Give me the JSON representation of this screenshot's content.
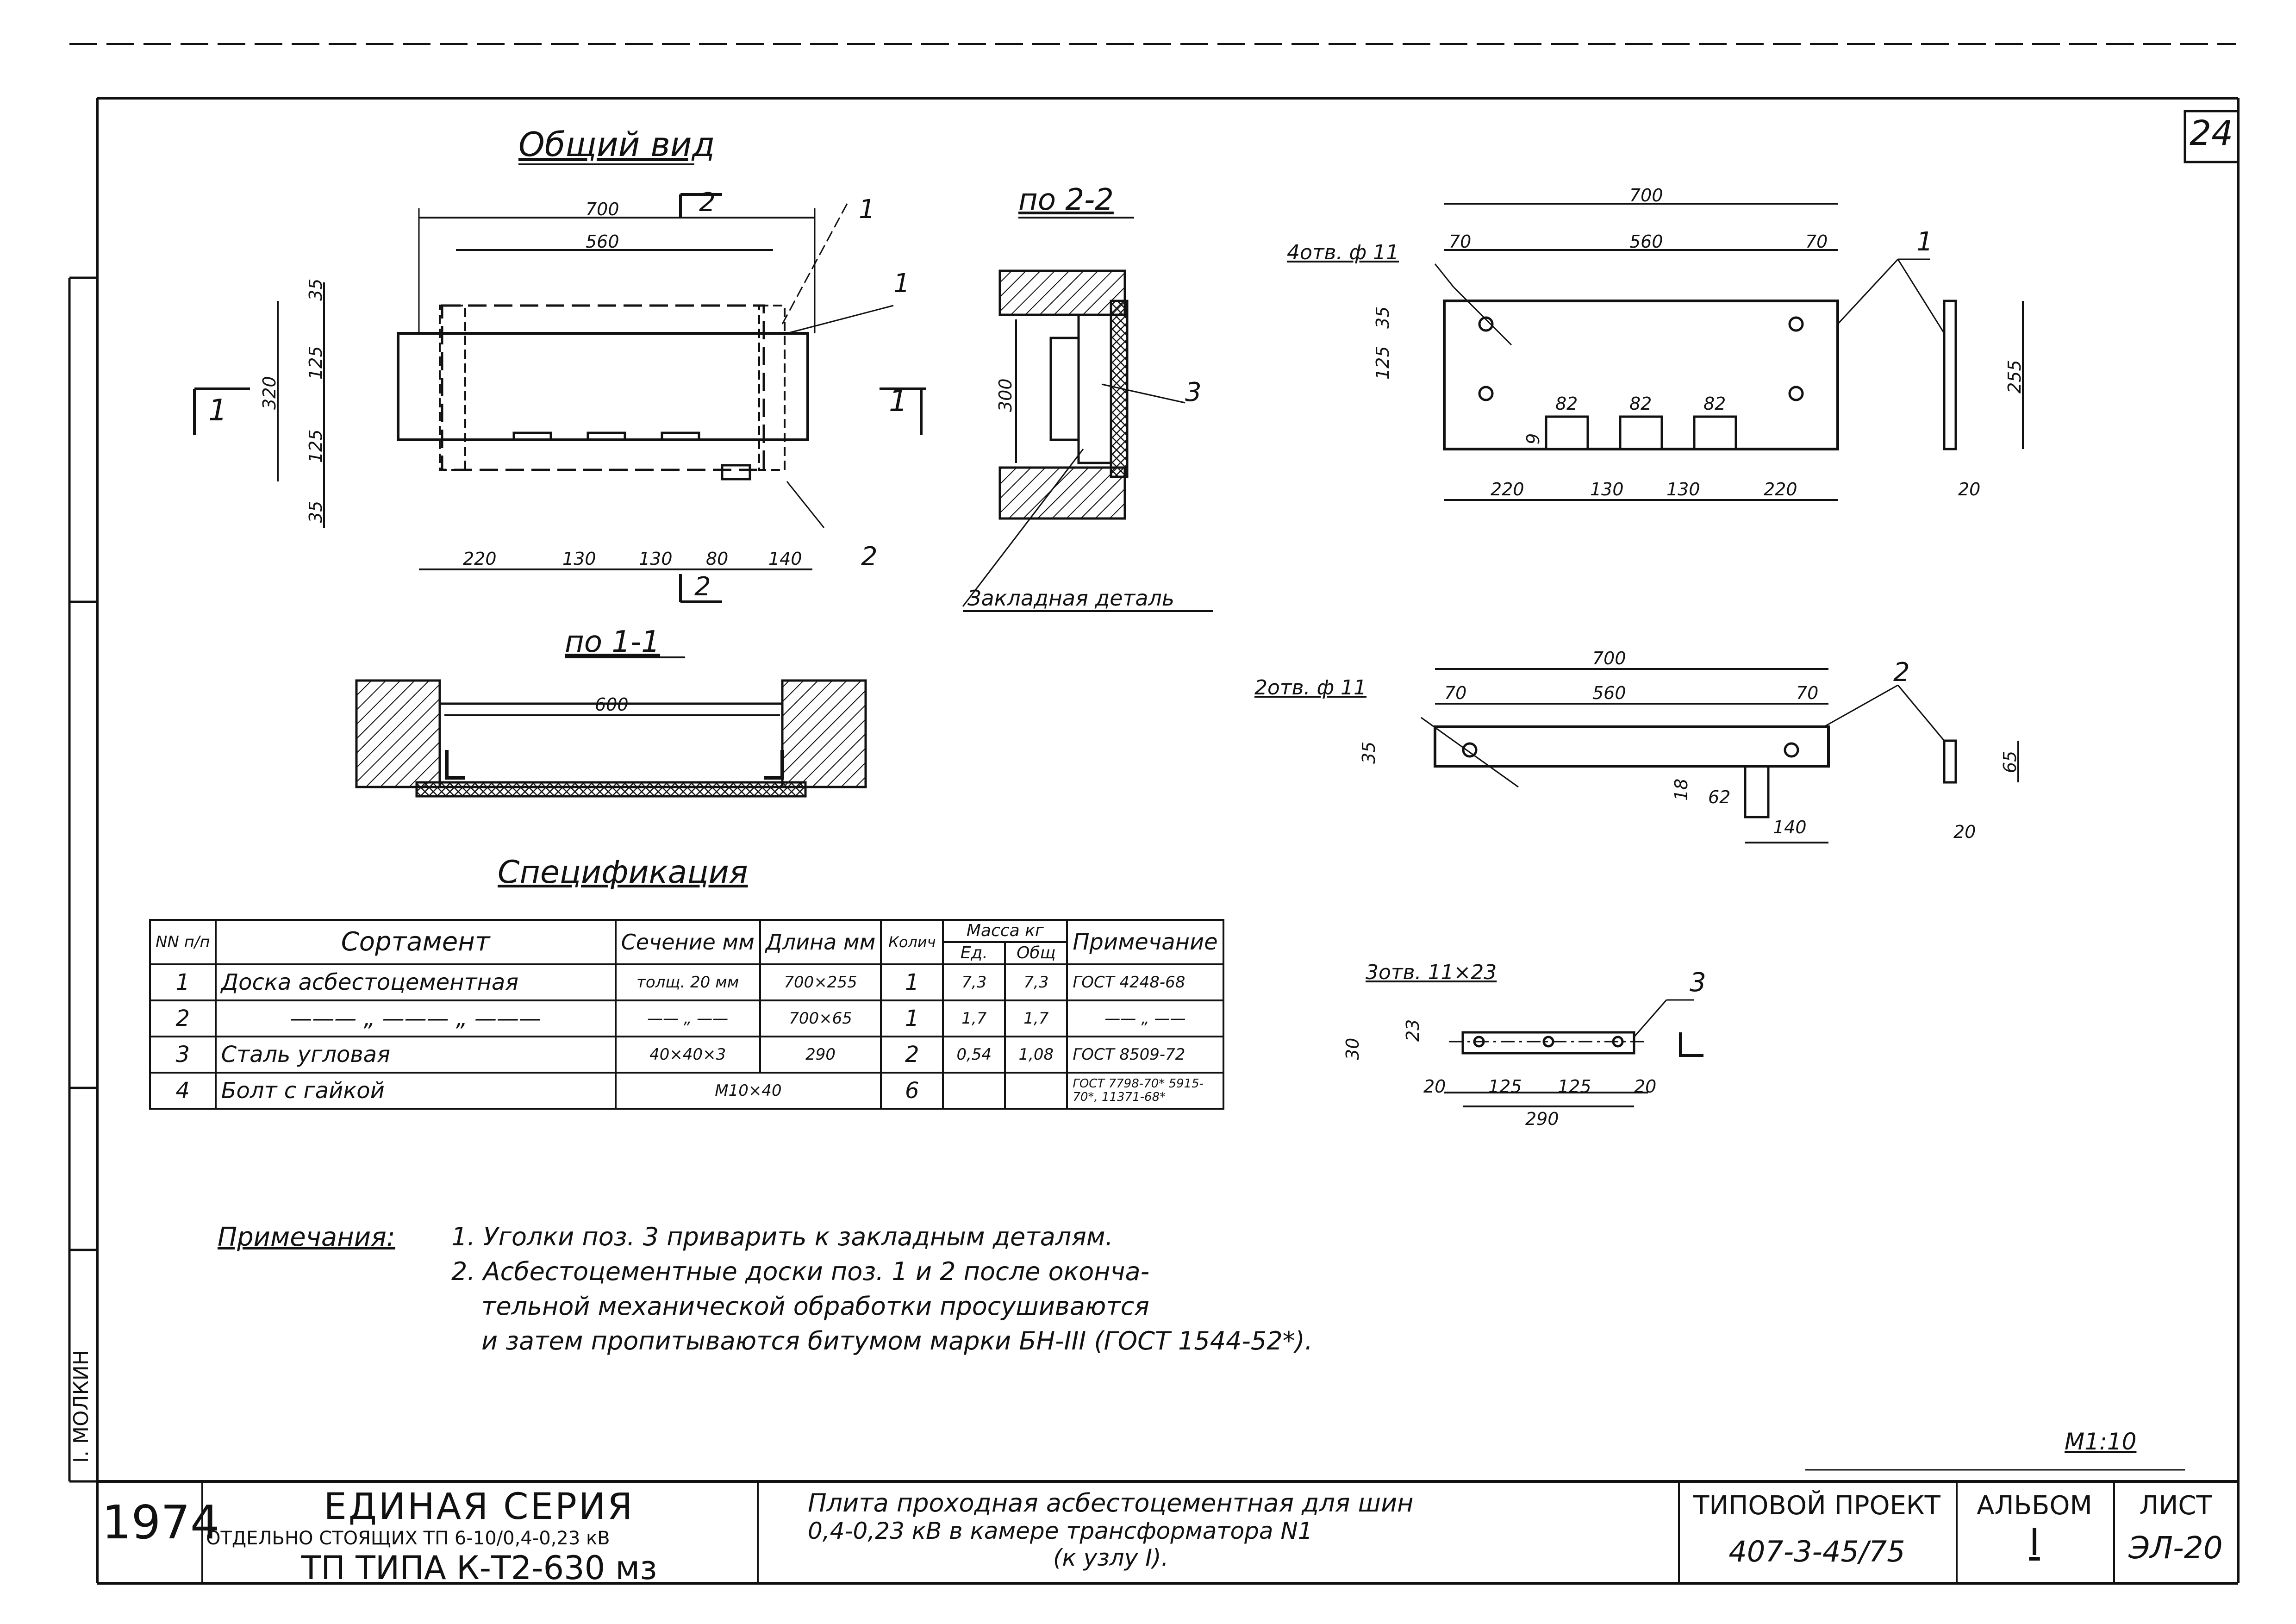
{
  "sheet_number": "24",
  "views": {
    "general_title": "Общий вид",
    "section_22_title": "по 2-2",
    "section_11_title": "по 1-1",
    "embedded_part_label": "Закладная деталь",
    "scale": "М1:10",
    "cut_marks": {
      "one": "1",
      "two": "2"
    },
    "general_dims": {
      "width_700": "700",
      "width_560": "560",
      "h_320": "320",
      "h_35a": "35",
      "h_125a": "125",
      "h_125b": "125",
      "h_35b": "35",
      "b_220": "220",
      "b_130a": "130",
      "b_130b": "130",
      "b_80": "80",
      "b_140": "140",
      "pos_1a": "1",
      "pos_1b": "1",
      "pos_2": "2"
    },
    "section_22_dims": {
      "h_300": "300",
      "pos_3": "3"
    },
    "section_11_dims": {
      "w_600": "600"
    }
  },
  "detail1": {
    "holes": "4отв. ф 11",
    "pos": "1",
    "dims": {
      "w700": "700",
      "w70a": "70",
      "w560": "560",
      "w70b": "70",
      "h35": "35",
      "h125": "125",
      "n82a": "82",
      "n82b": "82",
      "n82c": "82",
      "n9": "9",
      "b220a": "220",
      "b130a": "130",
      "b130b": "130",
      "b220b": "220",
      "h255": "255",
      "t20": "20"
    }
  },
  "detail2": {
    "holes": "2отв. ф 11",
    "pos": "2",
    "dims": {
      "w700": "700",
      "w70a": "70",
      "w560": "560",
      "w70b": "70",
      "h35": "35",
      "h18": "18",
      "w62": "62",
      "w140": "140",
      "h65": "65",
      "t20": "20"
    }
  },
  "detail3": {
    "holes": "3отв. 11×23",
    "pos": "3",
    "dims": {
      "h30": "30",
      "h23": "23",
      "l20a": "20",
      "l125a": "125",
      "l125b": "125",
      "l20b": "20",
      "l290": "290"
    }
  },
  "specification": {
    "title": "Спецификация",
    "headers": {
      "nn": "NN п/п",
      "sortament": "Сортамент",
      "section": "Сечение мм",
      "length": "Длина мм",
      "qty": "Колич",
      "mass": "Масса кг",
      "mass_unit": "Ед.",
      "mass_total": "Общ",
      "note": "Примечание"
    },
    "rows": [
      {
        "n": "1",
        "name": "Доска асбестоцементная",
        "section": "толщ. 20 мм",
        "length": "700×255",
        "qty": "1",
        "unit": "7,3",
        "total": "7,3",
        "note": "ГОСТ 4248-68"
      },
      {
        "n": "2",
        "name": "——— „ ——— „ ———",
        "section": "—— „ ——",
        "length": "700×65",
        "qty": "1",
        "unit": "1,7",
        "total": "1,7",
        "note": "—— „ ——"
      },
      {
        "n": "3",
        "name": "Сталь угловая",
        "section": "40×40×3",
        "length": "290",
        "qty": "2",
        "unit": "0,54",
        "total": "1,08",
        "note": "ГОСТ 8509-72"
      },
      {
        "n": "4",
        "name": "Болт с гайкой",
        "section": "М10×40",
        "length": "",
        "qty": "6",
        "unit": "",
        "total": "",
        "note": "ГОСТ 7798-70* 5915-70*, 11371-68*"
      }
    ]
  },
  "notes": {
    "label": "Примечания:",
    "line1": "1. Уголки поз. 3 приварить к закладным деталям.",
    "line2": "2. Асбестоцементные доски поз. 1 и 2 после оконча-",
    "line3": "тельной механической обработки просушиваются",
    "line4": "и затем пропитываются битумом марки БН-III (ГОСТ 1544-52*)."
  },
  "title_block": {
    "year": "1974",
    "series": "ЕДИНАЯ СЕРИЯ",
    "series_sub": "ОТДЕЛЬНО СТОЯЩИХ ТП 6-10/0,4-0,23 кВ",
    "tp_type": "ТП ТИПА К-Т2-630 мз",
    "description_1": "Плита проходная асбестоцементная для шин",
    "description_2": "0,4-0,23 кВ в камере трансформатора N1",
    "description_3": "(к узлу I).",
    "project_label": "ТИПОВОЙ ПРОЕКТ",
    "project_number": "407-3-45/75",
    "album_label": "АЛЬБОМ",
    "album_value": "I",
    "sheet_label": "ЛИСТ",
    "sheet_value": "ЭЛ-20"
  },
  "side_stamp": "I. МОЛКИН"
}
